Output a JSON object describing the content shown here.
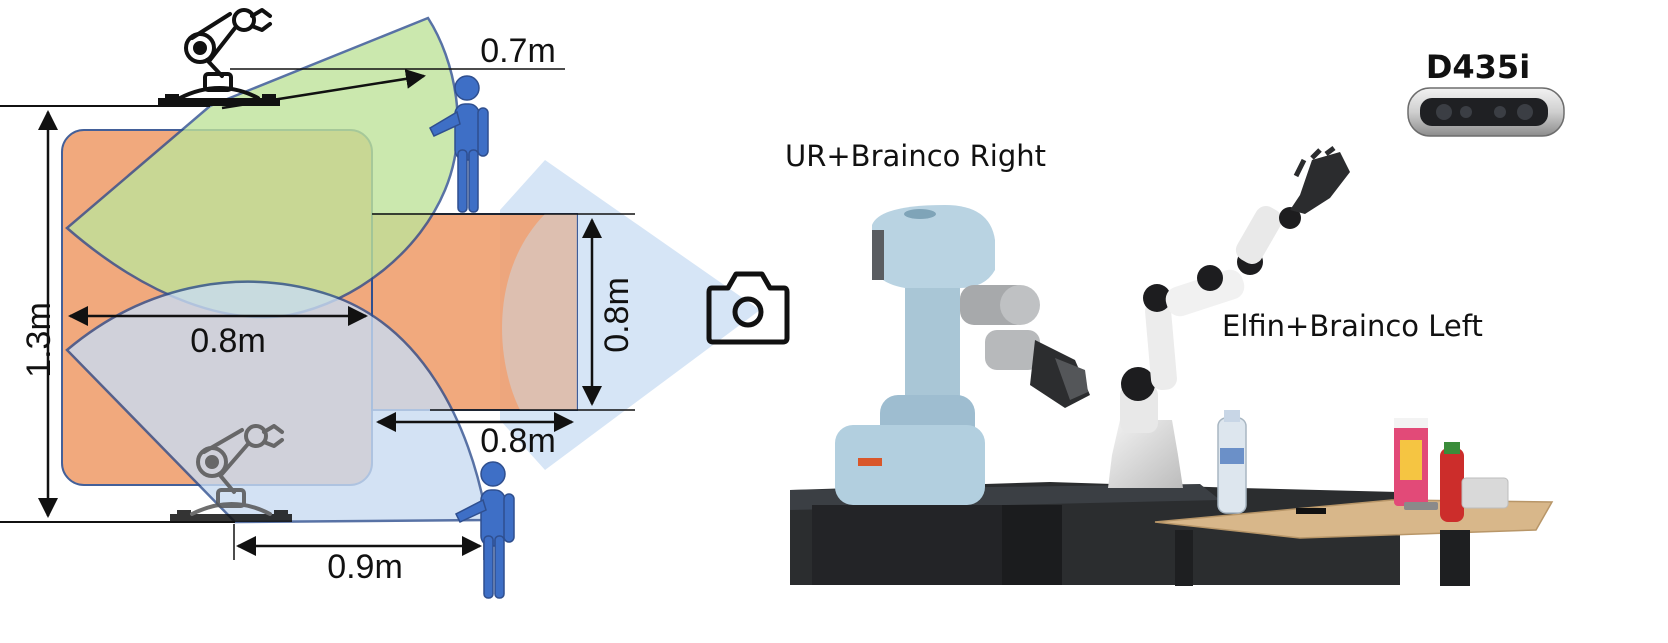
{
  "workspace": {
    "dimensions": {
      "top_reach": "0.7m",
      "total_height": "1.3m",
      "robot_span": "0.8m",
      "table_height": "0.8m",
      "table_width": "0.8m",
      "bottom_reach": "0.9m"
    }
  },
  "photo": {
    "label_right_arm": "UR+Brainco Right",
    "label_left_arm": "Elfin+Brainco Left",
    "label_camera": "D435i"
  },
  "colors": {
    "workspace_orange": "#f0a070",
    "reach_green": "#bfe39a",
    "reach_blue": "#c9dcf2",
    "fov_blue": "#d4e4f6",
    "human_blue": "#3e6fc6",
    "outline_blue": "#2f4f8f"
  },
  "icons": [
    "robot-arm-icon",
    "person-icon",
    "camera-icon",
    "depth-camera-icon"
  ]
}
